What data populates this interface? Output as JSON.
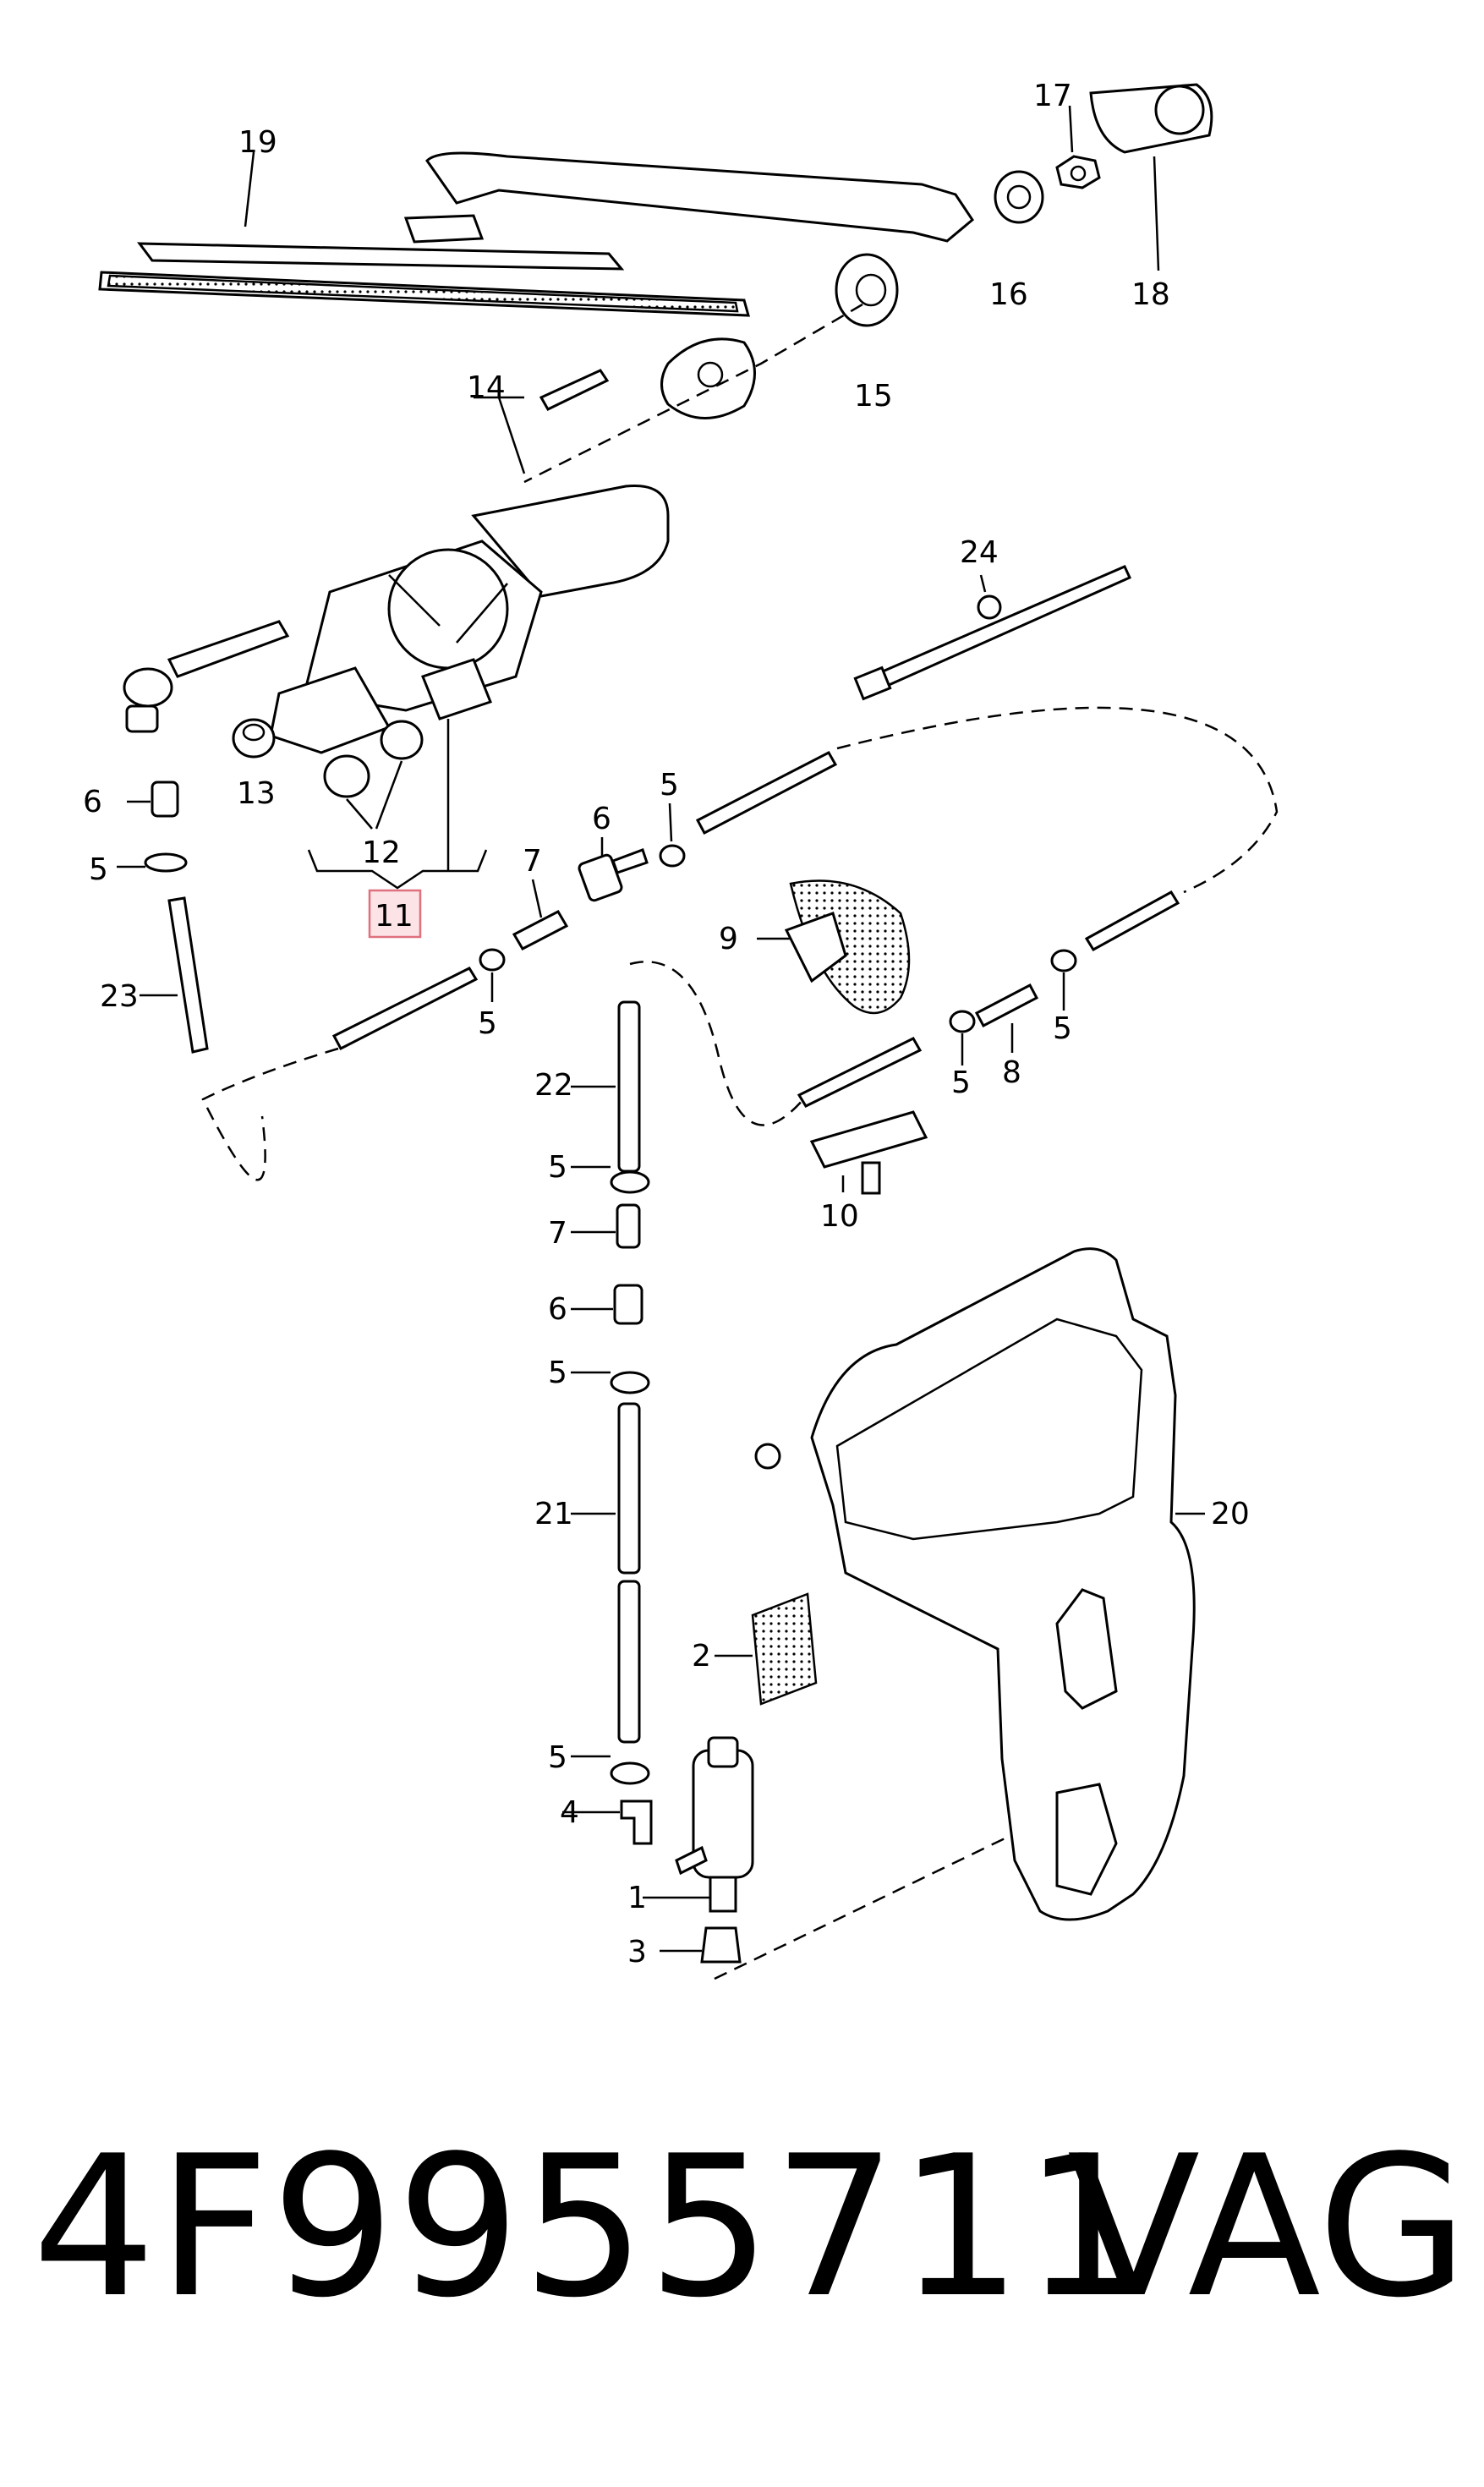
{
  "diagram": {
    "labels": [
      "19",
      "17",
      "16",
      "18",
      "15",
      "14",
      "24",
      "13",
      "12",
      "11",
      "6",
      "5",
      "23",
      "7",
      "5",
      "6",
      "5",
      "9",
      "22",
      "5",
      "7",
      "6",
      "5",
      "21",
      "2",
      "5",
      "4",
      "1",
      "3",
      "10",
      "5",
      "8",
      "5",
      "20"
    ]
  },
  "footer": {
    "part_number": "4F9955711",
    "brand": "VAG"
  }
}
